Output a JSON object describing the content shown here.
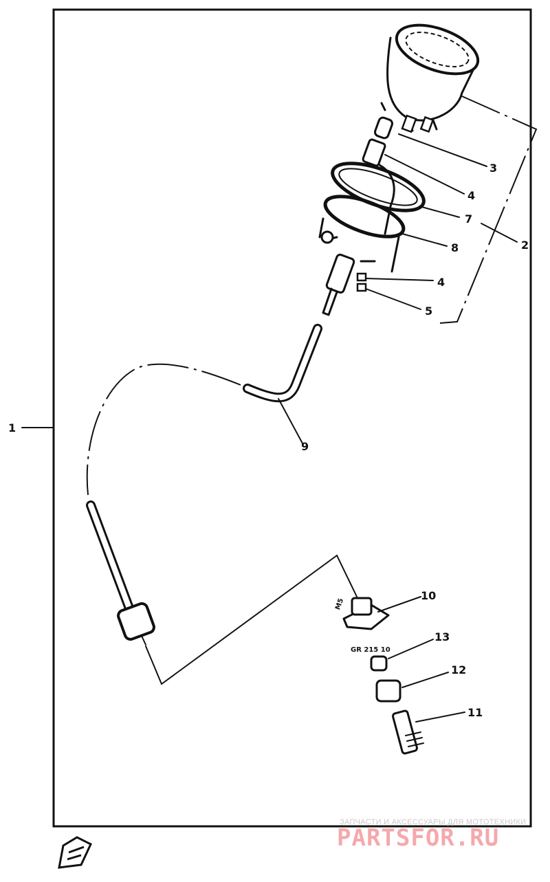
{
  "callouts": [
    "1",
    "2",
    "3",
    "4",
    "7",
    "8",
    "4",
    "5",
    "9",
    "10",
    "13",
    "12",
    "11"
  ],
  "hardware_text": {
    "screw": "M5",
    "spec": "GR 215 10"
  },
  "watermark": {
    "tagline": "ЗАПЧАСТИ И АКСЕССУАРЫ ДЛЯ МОТОТЕХНИКИ",
    "brand": "PARTSFOR.RU"
  },
  "colors": {
    "ink": "#111111",
    "watermark_brand": "#f4a9ac",
    "watermark_tagline": "#c9c9c9"
  }
}
